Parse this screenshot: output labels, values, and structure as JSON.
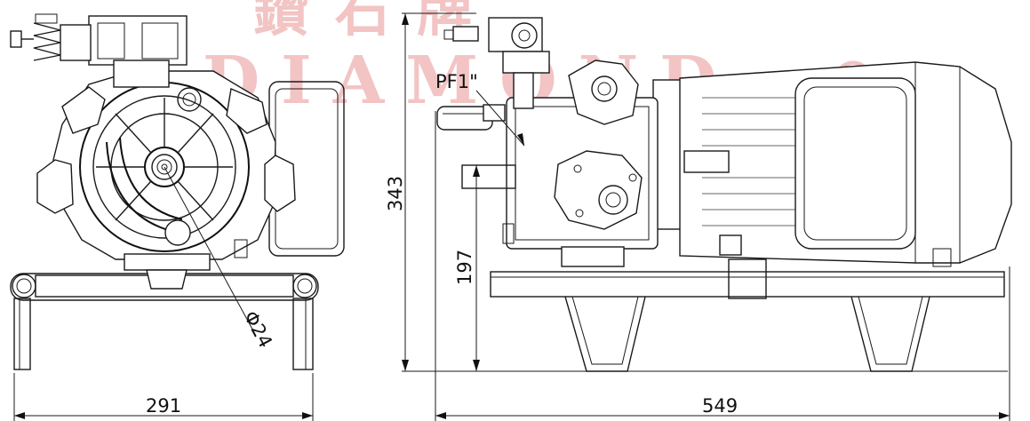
{
  "watermark": {
    "brand_cjk": "鑽石牌",
    "brand_latin": "DIAMOND",
    "registered_mark": "®",
    "color": "#f2c4c4"
  },
  "dimensions": {
    "front_width": "291",
    "side_length": "549",
    "total_height": "343",
    "inlet_height": "197",
    "diameter_callout": "Φ24",
    "port_callout": "PF1\""
  },
  "colors": {
    "line": "#1a1a1a",
    "background": "#ffffff"
  }
}
